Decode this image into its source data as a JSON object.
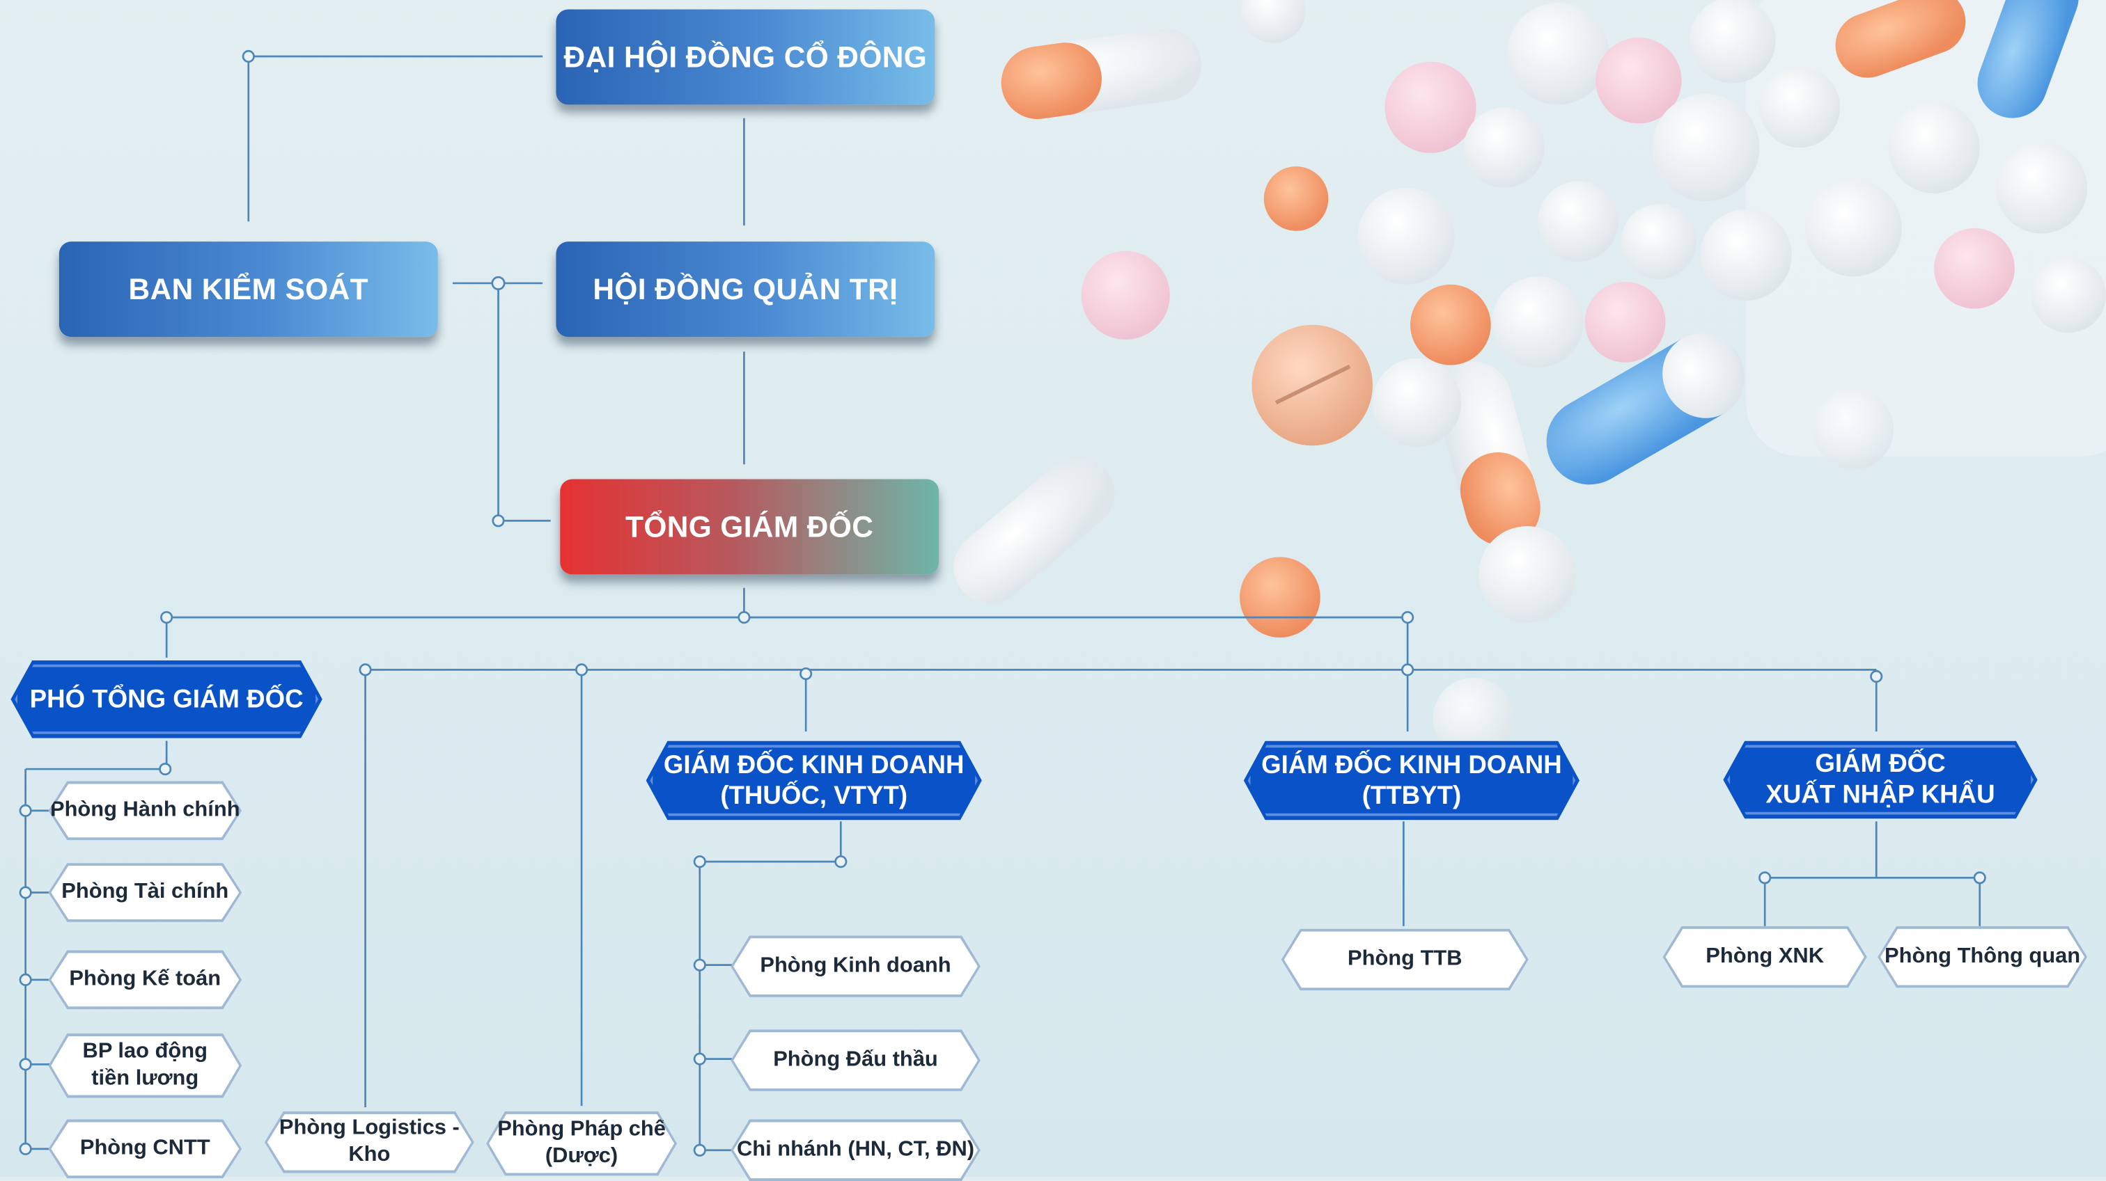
{
  "top": {
    "shareholders": "ĐẠI HỘI ĐỒNG CỔ ĐÔNG",
    "board": "HỘI ĐỒNG QUẢN TRỊ",
    "supervisory": "BAN KIỂM SOÁT",
    "ceo": "TỔNG GIÁM ĐỐC"
  },
  "directors": {
    "deputy": "PHÓ TỔNG GIÁM ĐỐC",
    "sales_drugs": "GIÁM ĐỐC KINH DOANH\n(THUỐC, VTYT)",
    "sales_equipment": "GIÁM ĐỐC KINH DOANH\n(TTBYT)",
    "import_export": "GIÁM ĐỐC\nXUẤT NHẬP KHẨU"
  },
  "departments": {
    "deputy": [
      "Phòng Hành chính",
      "Phòng Tài chính",
      "Phòng Kế toán",
      "BP lao động\ntiền lương",
      "Phòng CNTT"
    ],
    "logistics": "Phòng Logistics - Kho",
    "legal": "Phòng Pháp chế\n(Dược)",
    "sales_drugs": [
      "Phòng Kinh doanh",
      "Phòng Đấu thầu",
      "Chi nhánh (HN, CT, ĐN)"
    ],
    "equipment": "Phòng TTB",
    "import_export": [
      "Phòng XNK",
      "Phòng Thông quan"
    ]
  },
  "colors": {
    "board_gradient": [
      "#2a64b4",
      "#78bde9"
    ],
    "ceo_gradient": [
      "#e63232",
      "#6eb6a8"
    ],
    "director_blue": "#0a52c8",
    "connector": "#4d86b8"
  }
}
